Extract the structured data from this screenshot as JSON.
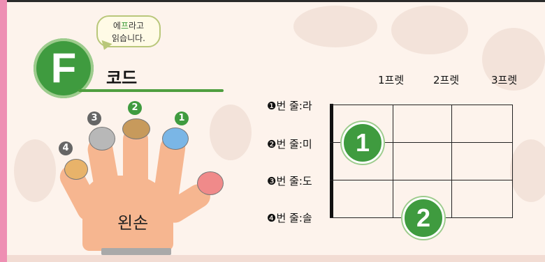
{
  "bubble": {
    "line1_a": "에",
    "line1_b": "프",
    "line1_c": "라고",
    "line2": "읽습니다."
  },
  "chord": {
    "letter": "F",
    "suffix": "코드"
  },
  "hand": {
    "label": "왼손",
    "finger_numbers": [
      "1",
      "2",
      "3",
      "4"
    ]
  },
  "fretboard": {
    "fret_labels": [
      "1프렛",
      "2프렛",
      "3프렛"
    ],
    "strings": [
      {
        "number": "❶",
        "label": "번 줄:라"
      },
      {
        "number": "❷",
        "label": "번 줄:미"
      },
      {
        "number": "❸",
        "label": "번 줄:도"
      },
      {
        "number": "❹",
        "label": "번 줄:솔"
      }
    ],
    "fingerings": [
      {
        "finger": "1",
        "string": 2,
        "fret": 1
      },
      {
        "finger": "2",
        "string": 4,
        "fret": 2
      }
    ]
  },
  "colors": {
    "accent_green": "#3f9b3f",
    "finger_number_dark": "#666666",
    "finger_number_green": "#3f9b3f"
  }
}
